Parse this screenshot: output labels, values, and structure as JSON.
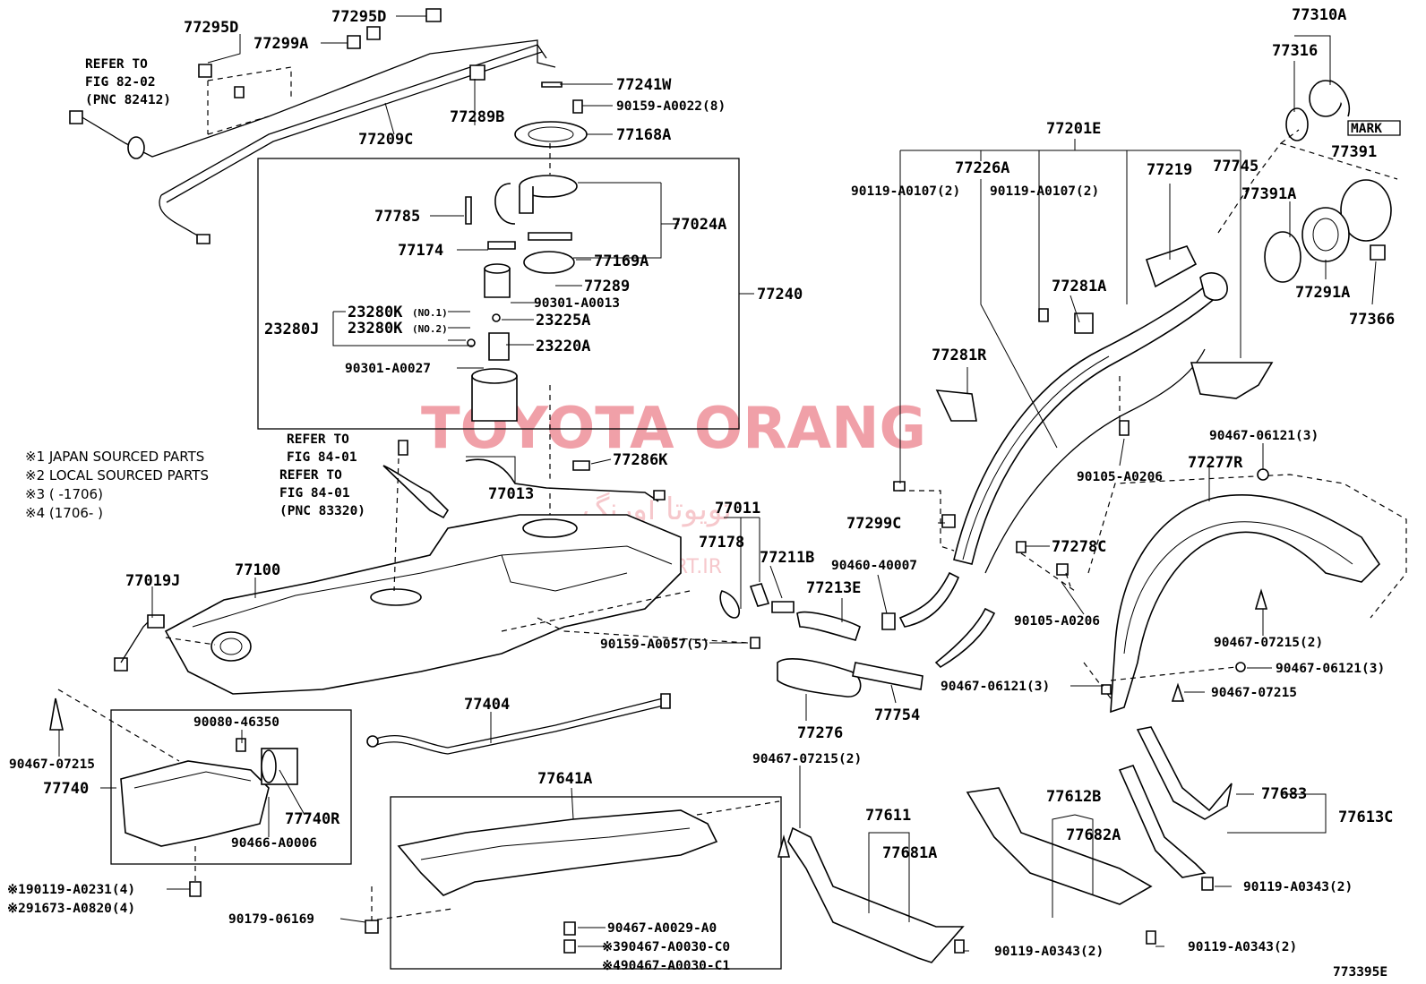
{
  "watermark": {
    "main": "TOYOTA ORANG",
    "persian": "تویوتا اورنگ",
    "site": "TOYOTAPART.IR"
  },
  "legend": {
    "l1": "※1 JAPAN SOURCED PARTS",
    "l2": "※2 LOCAL SOURCED PARTS",
    "l3": "※3 (      -1706)",
    "l4": "※4 (1706-      )"
  },
  "refs": {
    "r1a": "REFER TO",
    "r1b": "FIG 82-02",
    "r1c": "(PNC 82412)",
    "r2a": "REFER TO",
    "r2b": "FIG 84-01",
    "r3a": "REFER TO",
    "r3b": "FIG 84-01",
    "r3c": "(PNC 83320)"
  },
  "labels": {
    "p77295D_a": "77295D",
    "p77295D_b": "77295D",
    "p77299A": "77299A",
    "p77209C": "77209C",
    "p77289B": "77289B",
    "p77241W": "77241W",
    "p90159_A0022": "90159-A0022(8)",
    "p77168A": "77168A",
    "p77785": "77785",
    "p77024A": "77024A",
    "p77174": "77174",
    "p77169A": "77169A",
    "p77289": "77289",
    "p90301_A0013": "90301-A0013",
    "p23280K1": "23280K",
    "p23280K1_sub": "(NO.1)",
    "p23280K2": "23280K",
    "p23280K2_sub": "(NO.2)",
    "p23280J": "23280J",
    "p23225A": "23225A",
    "p23220A": "23220A",
    "p90301_A0027": "90301-A0027",
    "p77240": "77240",
    "p77286K": "77286K",
    "p77013": "77013",
    "p77011": "77011",
    "p77178": "77178",
    "p77211B": "77211B",
    "p90460_40007": "90460-40007",
    "p77213E": "77213E",
    "p77019J": "77019J",
    "p77100": "77100",
    "p90159_A0057": "90159-A0057(5)",
    "p77276": "77276",
    "p77754": "77754",
    "p77404": "77404",
    "p90080_46350": "90080-46350",
    "p90467_07215_a": "90467-07215",
    "p77740": "77740",
    "p77740R": "77740R",
    "p90466_A0006": "90466-A0006",
    "p90119_A0231": "※190119-A0231(4)",
    "p91673_A0820": "※291673-A0820(4)",
    "p90179_06169": "90179-06169",
    "p77641A": "77641A",
    "p90467_A0029": "90467-A0029-A0",
    "p90467_A0030_C0": "※390467-A0030-C0",
    "p90467_A0030_C1": "※490467-A0030-C1",
    "p90467_07215_b": "90467-07215(2)",
    "p77611": "77611",
    "p77681A": "77681A",
    "p77612B": "77612B",
    "p77682A": "77682A",
    "p77683": "77683",
    "p77613C": "77613C",
    "p90119_A0343_a": "90119-A0343(2)",
    "p90119_A0343_b": "90119-A0343(2)",
    "p90119_A0343_c": "90119-A0343(2)",
    "p77201E": "77201E",
    "p90119_A0107_a": "90119-A0107(2)",
    "p77226A": "77226A",
    "p90119_A0107_b": "90119-A0107(2)",
    "p77219": "77219",
    "p77745": "77745",
    "p77281A": "77281A",
    "p77281R": "77281R",
    "p90105_A0206_a": "90105-A0206",
    "p77299C": "77299C",
    "p77278C": "77278C",
    "p90105_A0206_b": "90105-A0206",
    "p90467_06121_a": "90467-06121(3)",
    "p77277R": "77277R",
    "p90467_07215_c": "90467-07215(2)",
    "p90467_06121_b": "90467-06121(3)",
    "p90467_06121_c": "90467-06121(3)",
    "p90467_07215_d": "90467-07215",
    "p77310A": "77310A",
    "p77316": "77316",
    "mark": "MARK",
    "p77391": "77391",
    "p77391A": "77391A",
    "p77291A": "77291A",
    "p77366": "77366",
    "figcode": "773395E"
  }
}
